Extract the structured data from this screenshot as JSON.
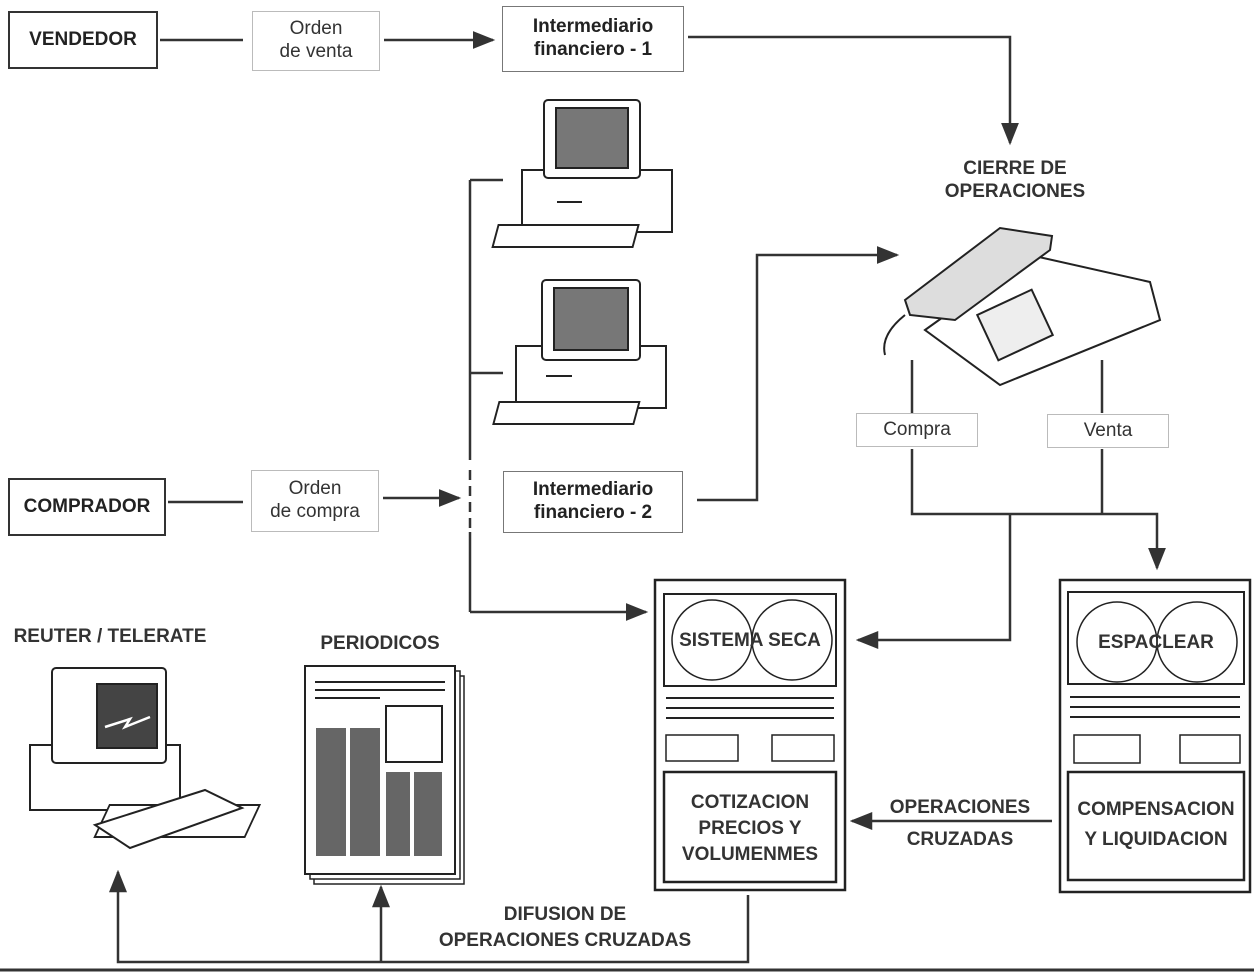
{
  "seller": {
    "label": "VENDEDOR"
  },
  "buyer": {
    "label": "COMPRADOR"
  },
  "sale_order": {
    "label": "Orden\nde venta"
  },
  "purchase_order": {
    "label": "Orden\nde compra"
  },
  "broker_1": {
    "label": "Intermediario\nfinanciero - 1"
  },
  "broker_2": {
    "label": "Intermediario\nfinanciero - 2"
  },
  "closing": {
    "label": "CIERRE DE\nOPERACIONES"
  },
  "purchase_tag": {
    "label": "Compra"
  },
  "sale_tag": {
    "label": "Venta"
  },
  "seca": {
    "screen_label": "SISTEMA SECA",
    "panel_label": "COTIZACION\nPRECIOS Y\nVOLUMENMES"
  },
  "espaclear": {
    "screen_label": "ESPACLEAR",
    "panel_label": "COMPENSACION\nY LIQUIDACION"
  },
  "crossed_ops": {
    "label": "OPERACIONES\nCRUZADAS"
  },
  "reuter": {
    "label": "REUTER / TELERATE"
  },
  "newspapers": {
    "label": "PERIODICOS"
  },
  "dissemination": {
    "label": "DIFUSION DE\nOPERACIONES CRUZADAS"
  }
}
